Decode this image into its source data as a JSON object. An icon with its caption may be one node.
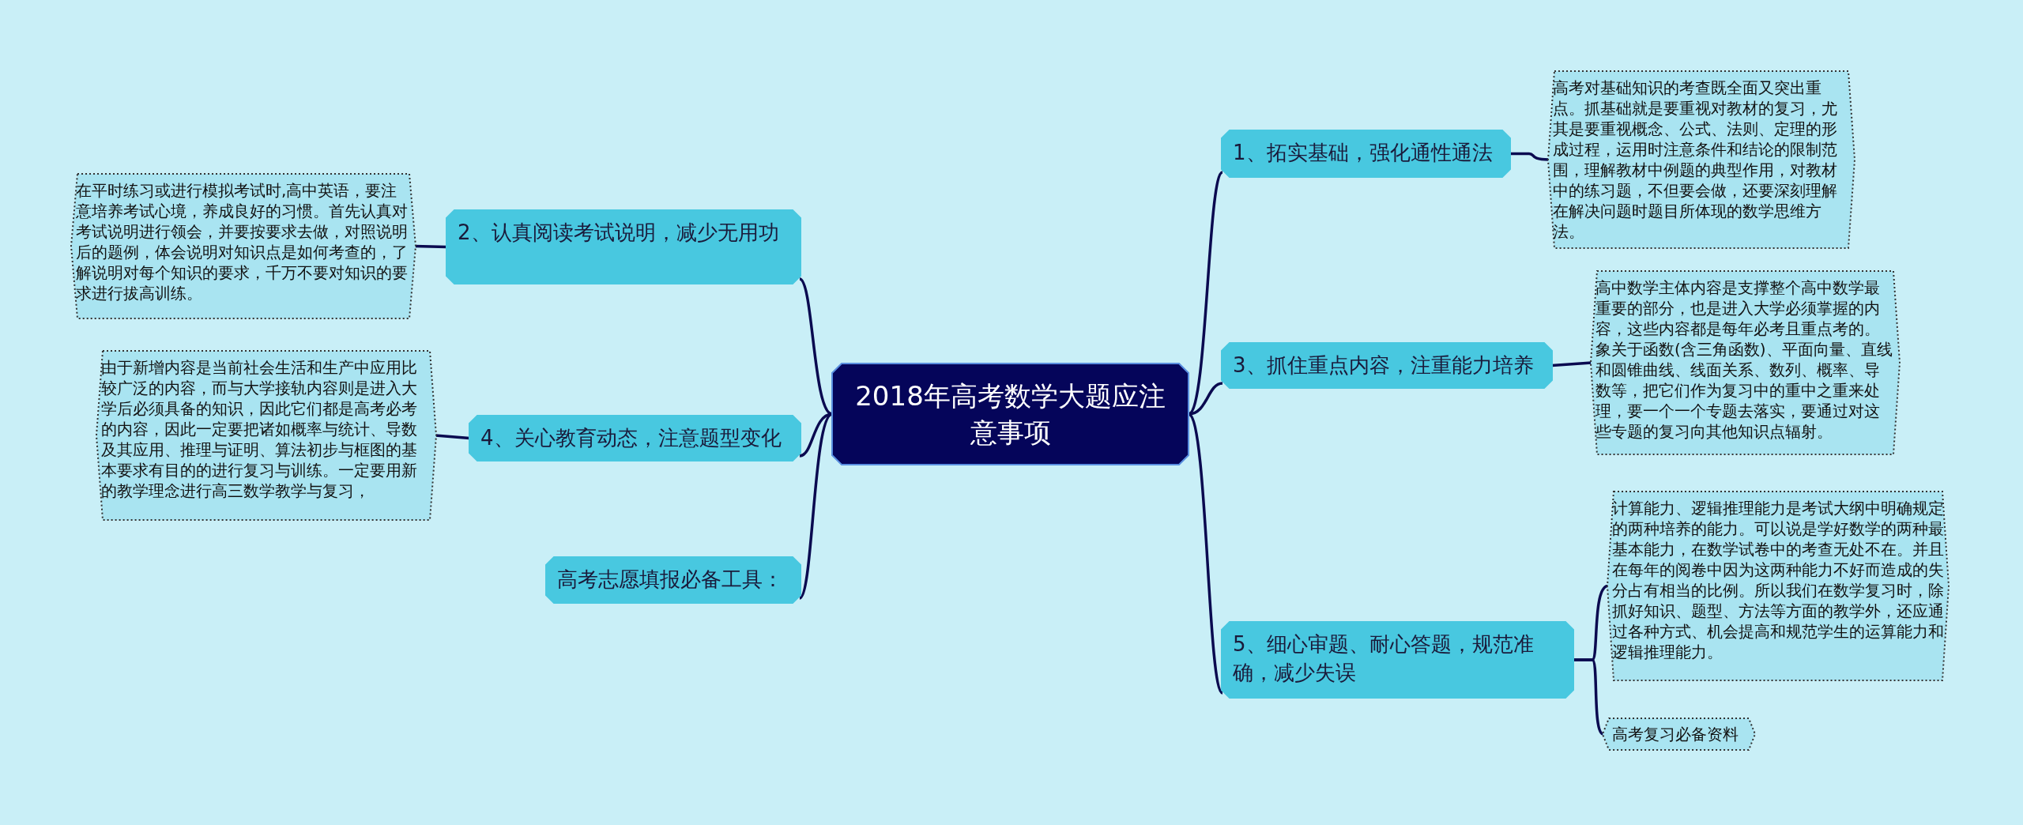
{
  "diagram": {
    "nodes": [
      {
        "text": [
          "2018年高考数学大题应注意事项"
        ]
      },
      {
        "text": [
          "1、拓实基础，强化通性通法"
        ]
      },
      {
        "text": [
          "高考对基础知识的考查既全面又突出重点。抓基础就是要重视对教材的复习，尤其是要重视概念、公式、法则、定理的形成过程，运用时注意条件和结论的限制范围，理解教材中例题的典型作用，对教材中的练习题，不但要会做，还要深刻理解在解决问题时题目所体现的数学思维方法。"
        ]
      },
      {
        "text": [
          "2、认真阅读考试说明，减少无用功"
        ]
      },
      {
        "text": [
          "在平时练习或进行模拟考试时,高中英语，要注意培养考试心境，养成良好的习惯。首先认真对考试说明进行领会，并要按要求去做，对照说明后的题例，体会说明对知识点是如何考查的，了解说明对每个知识的要求，千万不要对知识的要求进行拔高训练。"
        ]
      },
      {
        "text": [
          "3、抓住重点内容，注重能力培养"
        ]
      },
      {
        "text": [
          "高中数学主体内容是支撑整个高中数学最重要的部分，也是进入大学必须掌握的内容，这些内容都是每年必考且重点考的。象关于函数(含三角函数)、平面向量、直线和圆锥曲线、线面关系、数列、概率、导数等，把它们作为复习中的重中之重来处理，要一个一个专题去落实，要通过对这些专题的复习向其他知识点辐射。"
        ]
      },
      {
        "text": [
          "4、关心教育动态，注意题型变化"
        ]
      },
      {
        "text": [
          "由于新增内容是当前社会生活和生产中应用比较广泛的内容，而与大学接轨内容则是进入大学后必须具备的知识，因此它们都是高考必考的内容，因此一定要把诸如概率与统计、导数及其应用、推理与证明、算法初步与框图的基本要求有目的的进行复习与训练。一定要用新的教学理念进行高三数学教学与复习，"
        ]
      },
      {
        "text": [
          "高考志愿填报必备工具："
        ]
      },
      {
        "text": [
          "5、细心审题、耐心答题，规范准确，减少失误"
        ]
      },
      {
        "text": [
          "计算能力、逻辑推理能力是考试大纲中明确规定的两种培养的能力。可以说是学好数学的两种最基本能力，在数学试卷中的考查无处不在。并且在每年的阅卷中因为这两种能力不好而造成的失分占有相当的比例。所以我们在数学复习时，除抓好知识、题型、方法等方面的教学外，还应通过各种方式、机会提高和规范学生的运算能力和逻辑推理能力。"
        ]
      },
      {
        "text": [
          "高考复习必备资料"
        ]
      }
    ],
    "edges": [
      {
        "from": 0,
        "to": 1,
        "arrow": "none"
      },
      {
        "from": 1,
        "to": 2,
        "arrow": "none"
      },
      {
        "from": 0,
        "to": 3,
        "arrow": "none"
      },
      {
        "from": 3,
        "to": 4,
        "arrow": "none"
      },
      {
        "from": 0,
        "to": 5,
        "arrow": "none"
      },
      {
        "from": 5,
        "to": 6,
        "arrow": "none"
      },
      {
        "from": 0,
        "to": 7,
        "arrow": "none"
      },
      {
        "from": 7,
        "to": 8,
        "arrow": "none"
      },
      {
        "from": 0,
        "to": 9,
        "arrow": "none"
      },
      {
        "from": 0,
        "to": 10,
        "arrow": "none"
      },
      {
        "from": 10,
        "to": 11,
        "arrow": "none"
      },
      {
        "from": 10,
        "to": 12,
        "arrow": "none"
      }
    ]
  }
}
